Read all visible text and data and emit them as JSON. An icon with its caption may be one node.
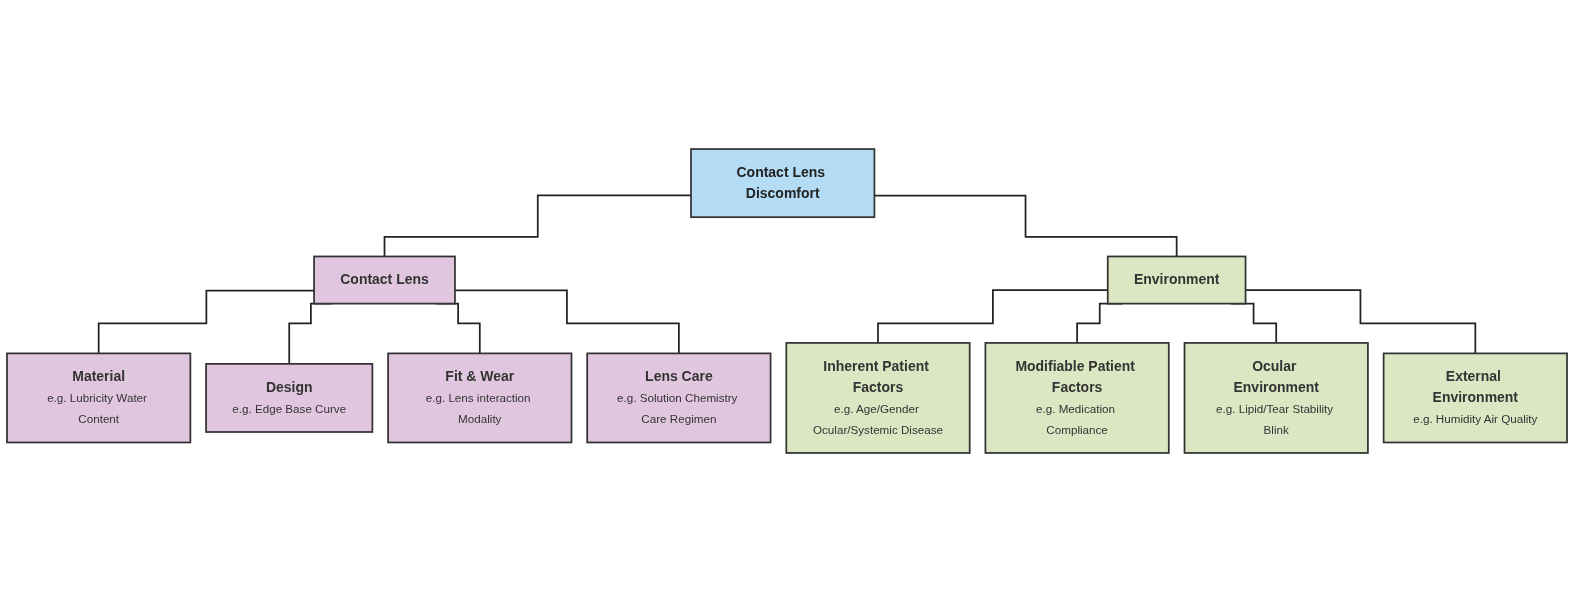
{
  "diagram": {
    "nodes": [
      {
        "text": [
          "Contact Lens Discomfort"
        ]
      },
      {
        "text": [
          "Contact Lens"
        ]
      },
      {
        "text": [
          "Environment"
        ]
      },
      {
        "text": [
          "Material",
          "e.g. Lubricity Water Content"
        ]
      },
      {
        "text": [
          "Design",
          "e.g. Edge Base Curve"
        ]
      },
      {
        "text": [
          "Fit & Wear",
          "e.g. Lens interaction Modality"
        ]
      },
      {
        "text": [
          "Lens Care",
          "e.g. Solution Chemistry Care Regimen"
        ]
      },
      {
        "text": [
          "Inherent Patient Factors",
          "e.g. Age/Gender Ocular/Systemic Disease"
        ]
      },
      {
        "text": [
          "Modifiable Patient Factors",
          "e.g. Medication Compliance"
        ]
      },
      {
        "text": [
          "Ocular Environment",
          "e.g. Lipid/Tear Stability Blink"
        ]
      },
      {
        "text": [
          "External Environment",
          "e.g. Humidity Air Quality"
        ]
      }
    ],
    "edges": [
      {
        "from": 0,
        "to": 1,
        "arrow": "none"
      },
      {
        "from": 0,
        "to": 2,
        "arrow": "none"
      },
      {
        "from": 1,
        "to": 3,
        "arrow": "none"
      },
      {
        "from": 1,
        "to": 4,
        "arrow": "none"
      },
      {
        "from": 1,
        "to": 5,
        "arrow": "none"
      },
      {
        "from": 1,
        "to": 6,
        "arrow": "none"
      },
      {
        "from": 2,
        "to": 7,
        "arrow": "none"
      },
      {
        "from": 2,
        "to": 8,
        "arrow": "none"
      },
      {
        "from": 2,
        "to": 9,
        "arrow": "none"
      },
      {
        "from": 2,
        "to": 10,
        "arrow": "none"
      }
    ]
  }
}
